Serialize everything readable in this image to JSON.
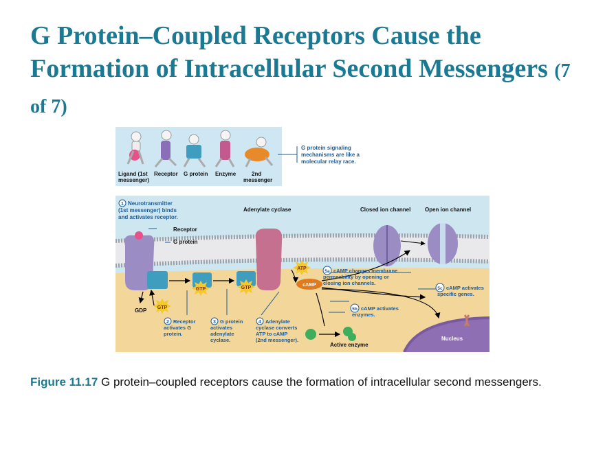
{
  "slide": {
    "title": "G Protein–Coupled Receptors Cause the Formation of Intracellular Second Messengers",
    "title_suffix": "(7 of 7)"
  },
  "relay": {
    "labels": {
      "ligand_line1": "Ligand (1st",
      "ligand_line2": "messenger)",
      "receptor": "Receptor",
      "g_protein": "G protein",
      "enzyme": "Enzyme",
      "second_line1": "2nd",
      "second_line2": "messenger"
    },
    "note_lines": [
      "G protein signaling",
      "mechanisms are like a",
      "molecular relay race."
    ]
  },
  "pathway": {
    "step1": {
      "num": "1",
      "lines": [
        "Neurotransmitter",
        "(1st messenger) binds",
        "and activates receptor."
      ]
    },
    "labels": {
      "adenylate_cyclase": "Adenylate cyclase",
      "closed_channel": "Closed ion channel",
      "open_channel": "Open ion channel",
      "receptor": "Receptor",
      "g_protein": "G protein",
      "gdp": "GDP",
      "gtp": "GTP",
      "atp": "ATP",
      "camp": "cAMP",
      "active_enzyme": "Active enzyme",
      "nucleus": "Nucleus"
    },
    "step2": {
      "num": "2",
      "lines": [
        "Receptor",
        "activates G",
        "protein."
      ]
    },
    "step3": {
      "num": "3",
      "lines": [
        "G protein",
        "activates",
        "adenylate",
        "cyclase."
      ]
    },
    "step4": {
      "num": "4",
      "lines": [
        "Adenylate",
        "cyclase converts",
        "ATP to cAMP",
        "(2nd messenger)."
      ]
    },
    "step5a": {
      "num": "5a",
      "lines": [
        "cAMP changes membrane",
        "permeability by opening or",
        "closing ion channels."
      ]
    },
    "step5b": {
      "num": "5b",
      "lines": [
        "cAMP activates",
        "enzymes."
      ]
    },
    "step5c": {
      "num": "5c",
      "lines": [
        "cAMP activates",
        "specific genes."
      ]
    }
  },
  "caption": {
    "label": "Figure 11.17",
    "text": "G protein–coupled receptors cause the formation of intracellular second messengers."
  },
  "colors": {
    "title": "#1b7a93",
    "receptor": "#9b8cc4",
    "g_protein": "#3f9ec0",
    "camp": "#e07a1e",
    "gtp": "#f3c92b",
    "step_label": "#1f5c96",
    "panel_bg": "#cde6f0",
    "cytoplasm": "#f2d69a"
  }
}
